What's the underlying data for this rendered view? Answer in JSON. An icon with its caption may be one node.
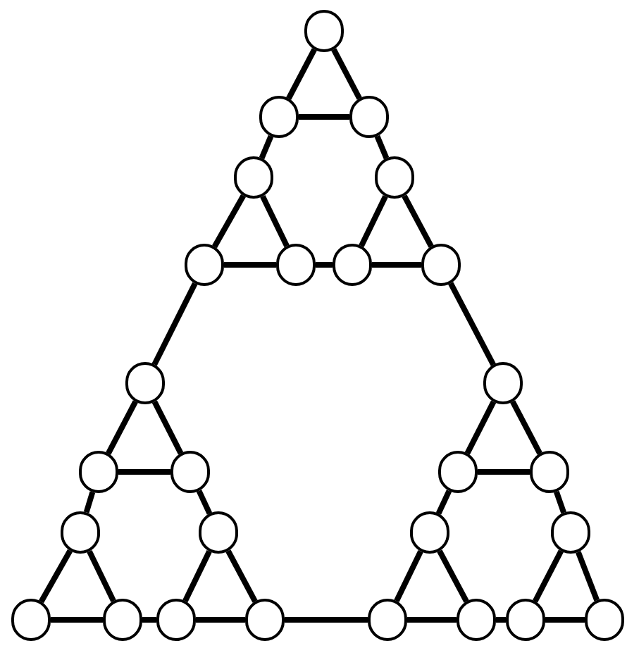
{
  "diagram": {
    "nodes": [
      {
        "text": [],
        "shape": "circle"
      },
      {
        "text": [],
        "shape": "circle"
      },
      {
        "text": [],
        "shape": "circle"
      },
      {
        "text": [],
        "shape": "circle"
      },
      {
        "text": [],
        "shape": "circle"
      },
      {
        "text": [],
        "shape": "circle"
      },
      {
        "text": [],
        "shape": "circle"
      },
      {
        "text": [],
        "shape": "circle"
      },
      {
        "text": [],
        "shape": "circle"
      },
      {
        "text": [],
        "shape": "circle"
      },
      {
        "text": [],
        "shape": "circle"
      },
      {
        "text": [],
        "shape": "circle"
      },
      {
        "text": [],
        "shape": "circle"
      },
      {
        "text": [],
        "shape": "circle"
      },
      {
        "text": [],
        "shape": "circle"
      },
      {
        "text": [],
        "shape": "circle"
      },
      {
        "text": [],
        "shape": "circle"
      },
      {
        "text": [],
        "shape": "circle"
      },
      {
        "text": [],
        "shape": "circle"
      },
      {
        "text": [],
        "shape": "circle"
      },
      {
        "text": [],
        "shape": "circle"
      },
      {
        "text": [],
        "shape": "circle"
      },
      {
        "text": [],
        "shape": "circle"
      },
      {
        "text": [],
        "shape": "circle"
      },
      {
        "text": [],
        "shape": "circle"
      },
      {
        "text": [],
        "shape": "circle"
      },
      {
        "text": [],
        "shape": "circle"
      }
    ],
    "edges": [
      {
        "from": 0,
        "to": 1,
        "arrow": "none"
      },
      {
        "from": 0,
        "to": 2,
        "arrow": "none"
      },
      {
        "from": 1,
        "to": 2,
        "arrow": "none"
      },
      {
        "from": 1,
        "to": 3,
        "arrow": "none"
      },
      {
        "from": 2,
        "to": 4,
        "arrow": "none"
      },
      {
        "from": 3,
        "to": 5,
        "arrow": "none"
      },
      {
        "from": 3,
        "to": 6,
        "arrow": "none"
      },
      {
        "from": 5,
        "to": 6,
        "arrow": "none"
      },
      {
        "from": 4,
        "to": 7,
        "arrow": "none"
      },
      {
        "from": 4,
        "to": 8,
        "arrow": "none"
      },
      {
        "from": 7,
        "to": 8,
        "arrow": "none"
      },
      {
        "from": 6,
        "to": 7,
        "arrow": "none"
      },
      {
        "from": 5,
        "to": 9,
        "arrow": "none"
      },
      {
        "from": 8,
        "to": 10,
        "arrow": "none"
      },
      {
        "from": 9,
        "to": 11,
        "arrow": "none"
      },
      {
        "from": 9,
        "to": 12,
        "arrow": "none"
      },
      {
        "from": 11,
        "to": 12,
        "arrow": "none"
      },
      {
        "from": 11,
        "to": 15,
        "arrow": "none"
      },
      {
        "from": 12,
        "to": 16,
        "arrow": "none"
      },
      {
        "from": 15,
        "to": 19,
        "arrow": "none"
      },
      {
        "from": 15,
        "to": 20,
        "arrow": "none"
      },
      {
        "from": 19,
        "to": 20,
        "arrow": "none"
      },
      {
        "from": 16,
        "to": 21,
        "arrow": "none"
      },
      {
        "from": 16,
        "to": 22,
        "arrow": "none"
      },
      {
        "from": 21,
        "to": 22,
        "arrow": "none"
      },
      {
        "from": 20,
        "to": 21,
        "arrow": "none"
      },
      {
        "from": 22,
        "to": 23,
        "arrow": "none"
      },
      {
        "from": 10,
        "to": 13,
        "arrow": "none"
      },
      {
        "from": 10,
        "to": 14,
        "arrow": "none"
      },
      {
        "from": 13,
        "to": 14,
        "arrow": "none"
      },
      {
        "from": 13,
        "to": 17,
        "arrow": "none"
      },
      {
        "from": 14,
        "to": 18,
        "arrow": "none"
      },
      {
        "from": 17,
        "to": 23,
        "arrow": "none"
      },
      {
        "from": 17,
        "to": 24,
        "arrow": "none"
      },
      {
        "from": 23,
        "to": 24,
        "arrow": "none"
      },
      {
        "from": 18,
        "to": 25,
        "arrow": "none"
      },
      {
        "from": 18,
        "to": 26,
        "arrow": "none"
      },
      {
        "from": 25,
        "to": 26,
        "arrow": "none"
      },
      {
        "from": 24,
        "to": 25,
        "arrow": "none"
      }
    ]
  }
}
